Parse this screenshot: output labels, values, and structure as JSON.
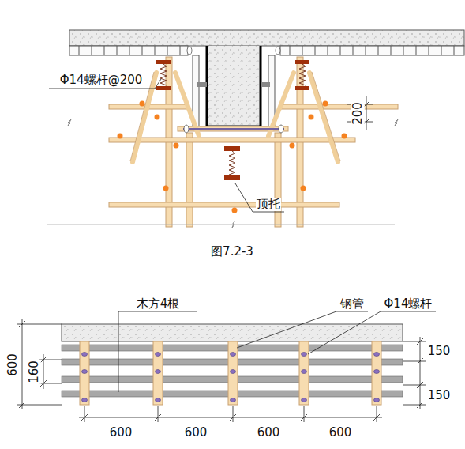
{
  "diagram": {
    "caption": "图7.2-3",
    "labels": [
      "Φ14螺杆@200",
      "200",
      "顶托",
      "木方4根",
      "钢管",
      "Φ14螺杆",
      "600",
      "160",
      "150",
      "150",
      "600",
      "600",
      "600",
      "600"
    ]
  }
}
